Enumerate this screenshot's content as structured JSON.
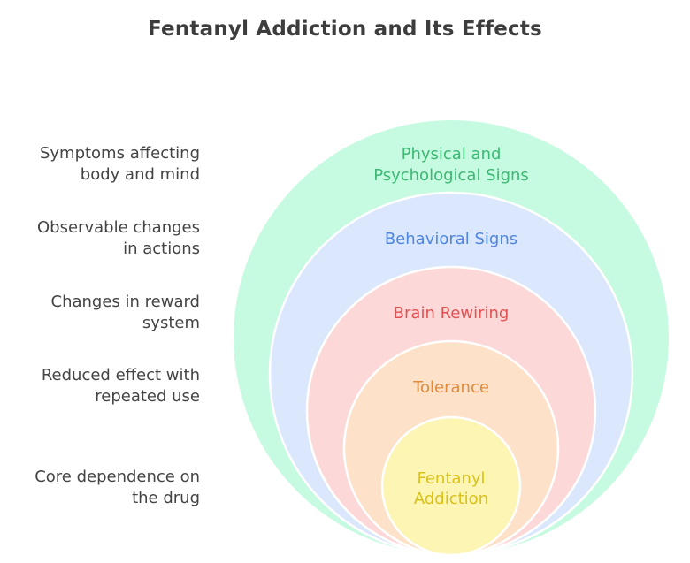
{
  "title": "Fentanyl Addiction and Its Effects",
  "layers": [
    {
      "label_lines": [
        "Physical and",
        "Psychological Signs"
      ],
      "description": [
        "Symptoms affecting",
        "body and mind"
      ],
      "fill": "#c6fbe1",
      "text_color": "#3cb873"
    },
    {
      "label_lines": [
        "Behavioral Signs"
      ],
      "description": [
        "Observable changes",
        "in actions"
      ],
      "fill": "#dbe7fd",
      "text_color": "#4f86e0"
    },
    {
      "label_lines": [
        "Brain Rewiring"
      ],
      "description": [
        "Changes in reward",
        "system"
      ],
      "fill": "#fdd8d8",
      "text_color": "#e05252"
    },
    {
      "label_lines": [
        "Tolerance"
      ],
      "description": [
        "Reduced effect with",
        "repeated use"
      ],
      "fill": "#fde1c8",
      "text_color": "#e08a3c"
    },
    {
      "label_lines": [
        "Fentanyl",
        "Addiction"
      ],
      "description": [
        "Core dependence on",
        "the drug"
      ],
      "fill": "#fdf5b4",
      "text_color": "#d9c11a"
    }
  ]
}
